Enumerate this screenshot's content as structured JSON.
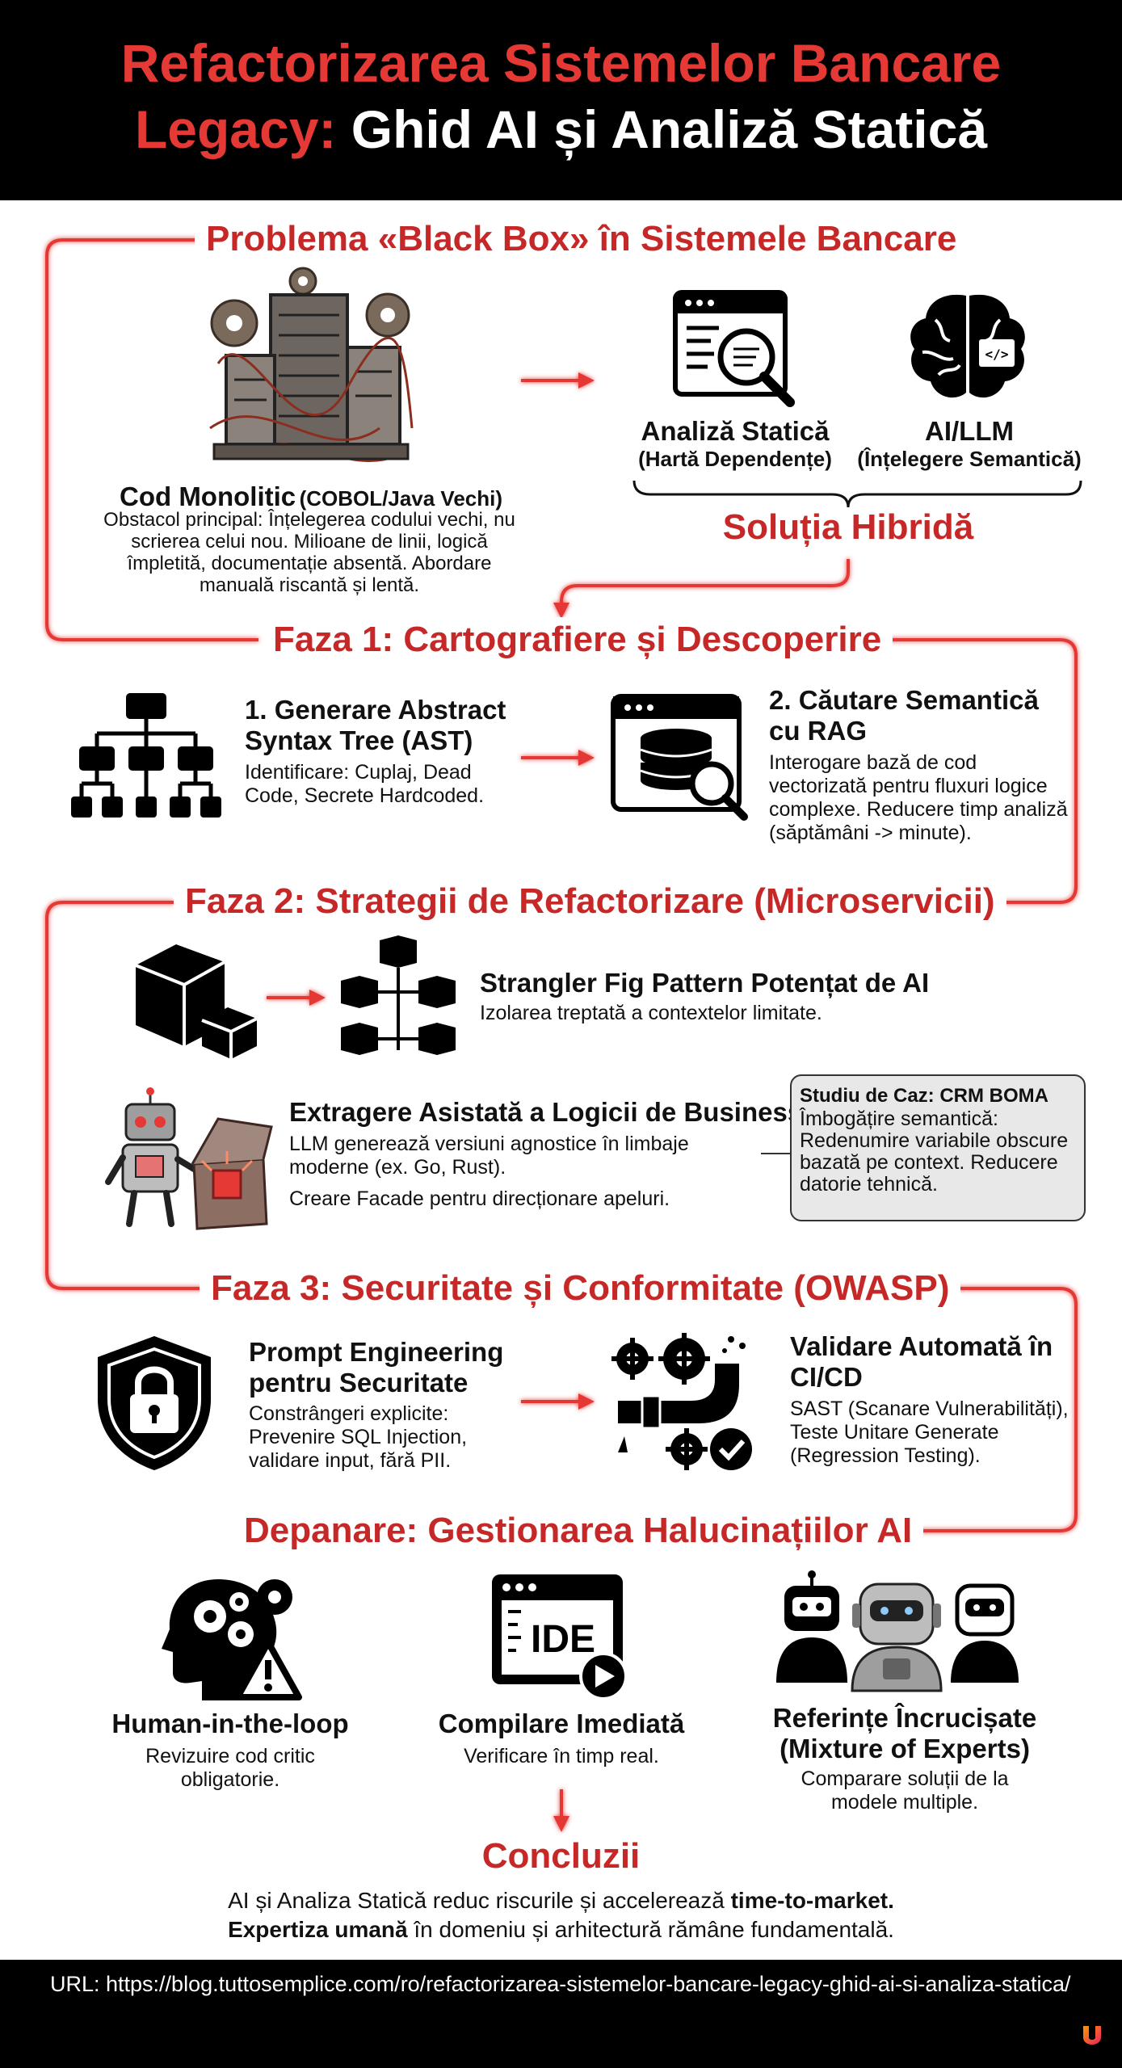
{
  "header": {
    "title_line1": "Refactorizarea Sistemelor Bancare",
    "title_line2_red": "Legacy:",
    "title_line2_white": " Ghid AI și Analiză Statică"
  },
  "problem": {
    "title": "Problema «Black Box» în Sistemele Bancare",
    "monolith_title": "Cod Monolitic",
    "monolith_sub": "(COBOL/Java Vechi)",
    "monolith_desc": "Obstacol principal: Înțelegerea codului vechi, nu scrierea celui nou. Milioane de linii, logică împletită, documentație absentă. Abordare manuală riscantă și lentă.",
    "static_title": "Analiză Statică",
    "static_sub": "(Hartă Dependențe)",
    "ai_title": "AI/LLM",
    "ai_sub": "(Înțelegere Semantică)",
    "hybrid": "Soluția Hibridă"
  },
  "phase1": {
    "title": "Faza 1: Cartografiere și Descoperire",
    "ast_title": "1. Generare Abstract Syntax Tree (AST)",
    "ast_desc": "Identificare: Cuplaj, Dead Code, Secrete Hardcoded.",
    "rag_title": "2. Căutare Semantică cu RAG",
    "rag_desc": "Interogare bază de cod vectorizată pentru fluxuri logice complexe. Reducere timp analiză (săptămâni -> minute)."
  },
  "phase2": {
    "title": "Faza 2: Strategii de Refactorizare (Microservicii)",
    "strangler_title": "Strangler Fig Pattern Potențat de AI",
    "strangler_desc": "Izolarea treptată a contextelor limitate.",
    "extract_title": "Extragere Asistată a Logicii de Business",
    "extract_desc1": "LLM generează versiuni agnostice în limbaje moderne (ex. Go, Rust).",
    "extract_desc2": "Creare Facade pentru direcționare apeluri.",
    "case_title": "Studiu de Caz: CRM BOMA",
    "case_desc": "Îmbogățire semantică: Redenumire variabile obscure bazată pe context. Reducere datorie tehnică."
  },
  "phase3": {
    "title": "Faza 3: Securitate și Conformitate (OWASP)",
    "prompt_title": "Prompt Engineering pentru Securitate",
    "prompt_desc": "Constrângeri explicite: Prevenire SQL Injection, validare input, fără PII.",
    "ci_title": "Validare Automată în CI/CD",
    "ci_desc": "SAST (Scanare Vulnerabilități), Teste Unitare Generate (Regression Testing)."
  },
  "debug": {
    "title": "Depanare: Gestionarea Halucinațiilor AI",
    "human_title": "Human-in-the-loop",
    "human_desc": "Revizuire cod critic obligatorie.",
    "ide_label": "IDE",
    "compile_title": "Compilare Imediată",
    "compile_desc": "Verificare în timp real.",
    "refs_title": "Referințe Încrucișate (Mixture of Experts)",
    "refs_desc": "Comparare soluții de la modele multiple."
  },
  "conclusions": {
    "title": "Concluzii",
    "line1_a": "AI și Analiza Statică reduc riscurile și accelerează ",
    "line1_b": "time-to-market.",
    "line2_a": "Expertiza umană",
    "line2_b": " în domeniu și arhitectură rămâne fundamentală."
  },
  "footer": {
    "url": "URL: https://blog.tuttosemplice.com/ro/refactorizarea-sistemelor-bancare-legacy-ghid-ai-si-analiza-statica/"
  },
  "colors": {
    "accent_red": "#c62828",
    "title_red": "#e53935",
    "connector_red": "#e53935",
    "header_bg": "#000000"
  }
}
